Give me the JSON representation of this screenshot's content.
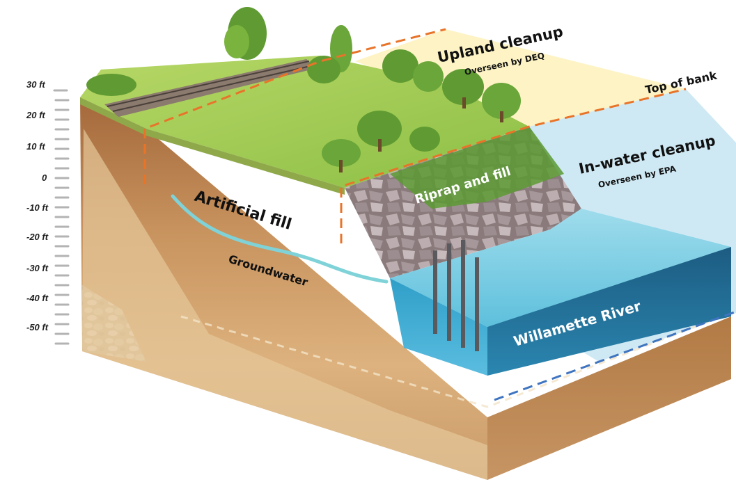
{
  "labels": {
    "upland": {
      "title": "Upland cleanup",
      "sub": "Overseen by DEQ"
    },
    "top_of_bank": "Top of bank",
    "inwater": {
      "title": "In-water cleanup",
      "sub": "Overseen by EPA"
    },
    "riprap": "Riprap and fill",
    "artificial_fill": "Artificial fill",
    "groundwater": "Groundwater",
    "river": "Willamette River"
  },
  "depth_scale": [
    "30 ft",
    "20 ft",
    "10 ft",
    "0",
    "-10 ft",
    "-20 ft",
    "-30 ft",
    "-40 ft",
    "-50 ft"
  ],
  "colors": {
    "upland_zone": "#fdf3c4",
    "inwater_zone": "#cfe9f4",
    "upland_boundary": "#e8742a",
    "inwater_boundary": "#3f74c0",
    "water": "#4fb6d6",
    "groundwater_line": "#7fd3d8"
  }
}
